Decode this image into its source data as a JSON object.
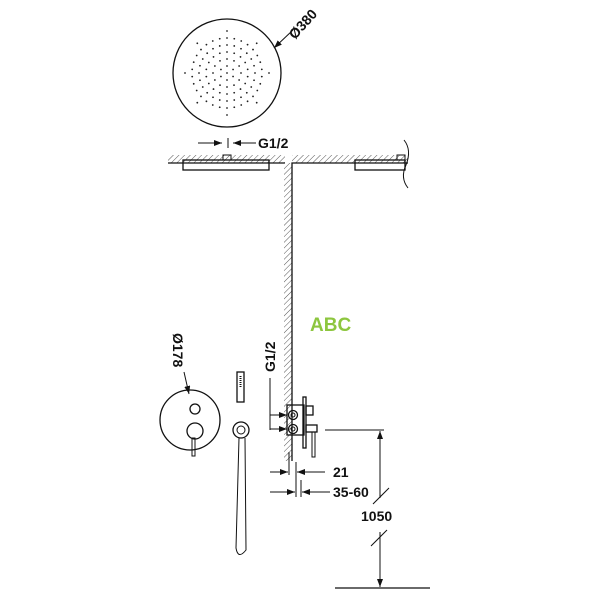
{
  "dimensions": {
    "shower_head_diameter": "Ø380",
    "shower_head_connection": "G1/2",
    "mixer_plate_diameter": "Ø178",
    "valve_connection": "G1/2",
    "plate_depth": "21",
    "embed_depth": "35-60",
    "valve_height": "1050"
  },
  "watermark": {
    "text": "ABC",
    "color": "#8dc63f"
  },
  "colors": {
    "line": "#111111",
    "hatch": "#555555"
  }
}
